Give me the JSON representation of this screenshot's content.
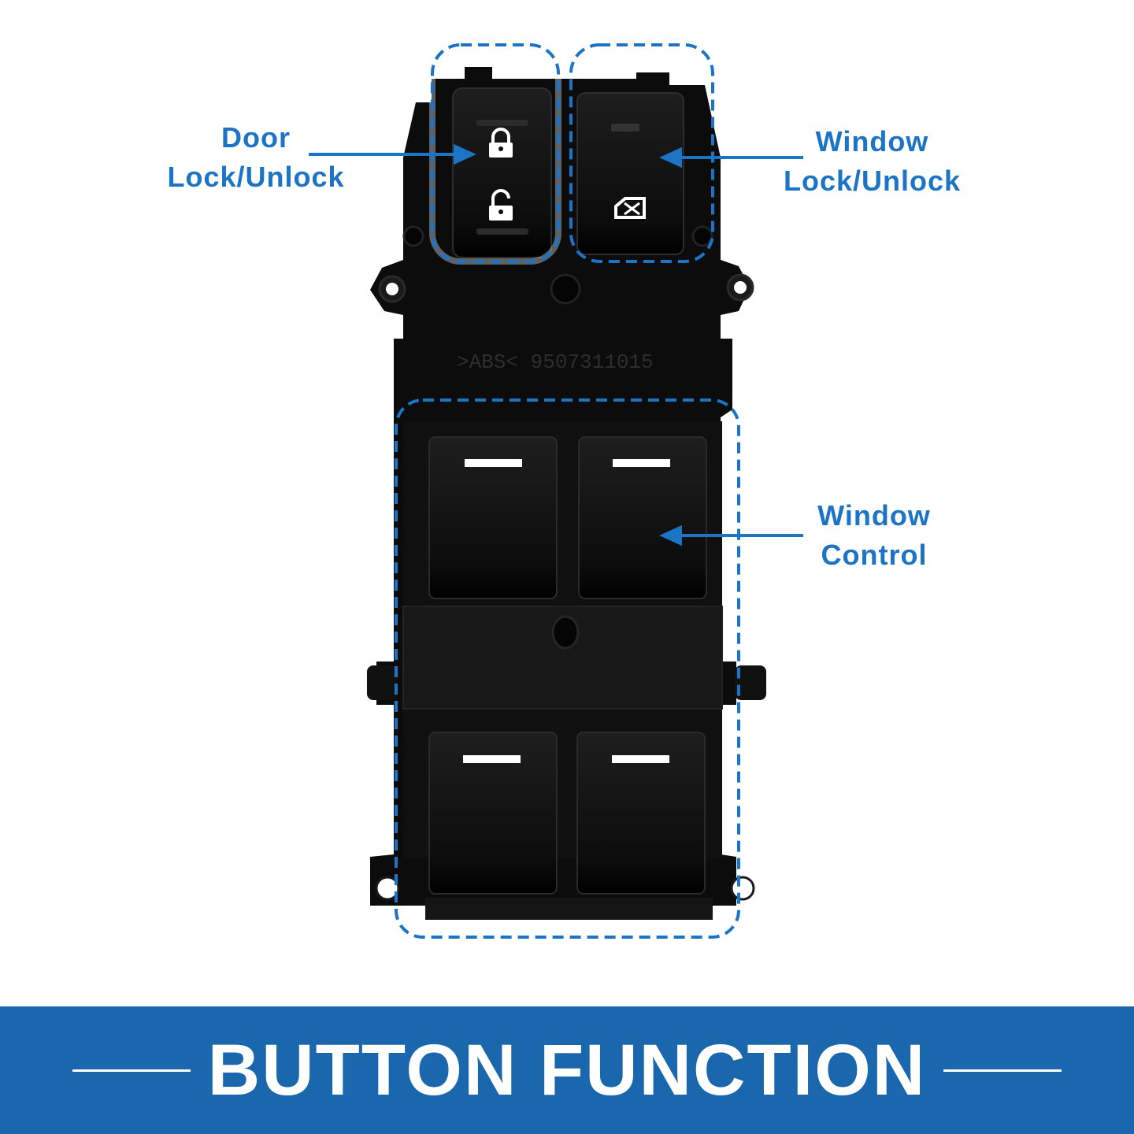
{
  "colors": {
    "accent": "#1b74c6",
    "banner": "#1a67ad",
    "switch_body": "#0c0c0c",
    "background": "#ffffff"
  },
  "callouts": {
    "door_lock": {
      "line1": "Door",
      "line2": "Lock/Unlock"
    },
    "window_lock": {
      "line1": "Window",
      "line2": "Lock/Unlock"
    },
    "window_control": {
      "line1": "Window",
      "line2": "Control"
    }
  },
  "switch": {
    "molded_text": ">ABS<  9507311015",
    "icons": [
      "lock-closed-icon",
      "lock-open-icon",
      "window-lock-icon"
    ]
  },
  "banner": {
    "title": "BUTTON FUNCTION"
  }
}
